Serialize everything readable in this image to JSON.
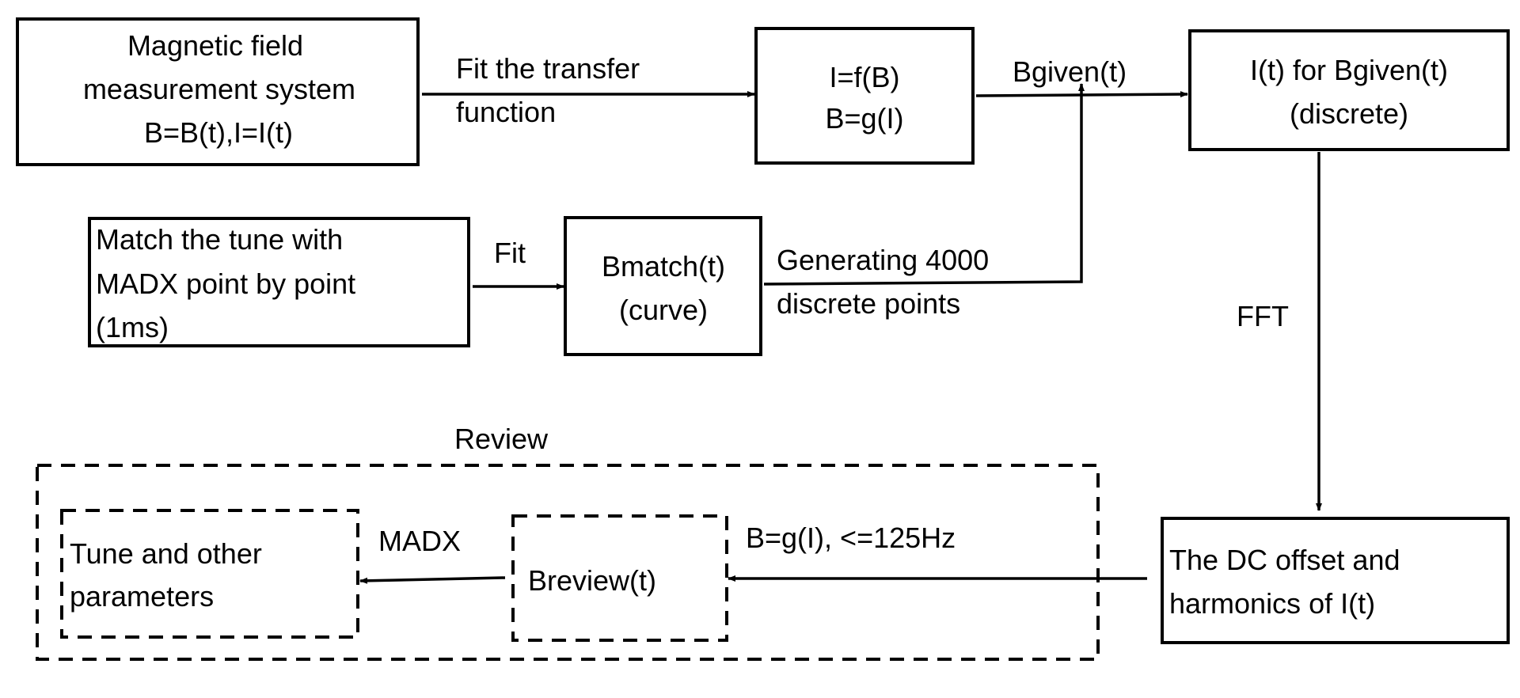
{
  "nodes": {
    "measurement": {
      "lines": [
        "Magnetic field",
        "measurement system",
        "B=B(t),I=I(t)"
      ]
    },
    "transfer": {
      "lines": [
        "I=f(B)",
        "B=g(I)"
      ]
    },
    "current": {
      "lines": [
        "I(t) for Bgiven(t)",
        "(discrete)"
      ]
    },
    "match_tune": {
      "lines": [
        "Match the tune with",
        "MADX point by point",
        "(1ms)"
      ]
    },
    "bmatch": {
      "lines": [
        "Bmatch(t)",
        "(curve)"
      ]
    },
    "harmonics": {
      "lines": [
        "The DC offset and",
        "harmonics of I(t)"
      ]
    },
    "breview": {
      "lines": [
        "Breview(t)"
      ]
    },
    "tune_params": {
      "lines": [
        "Tune and other",
        "parameters"
      ]
    }
  },
  "edges": {
    "fit_transfer": {
      "lines": [
        "Fit the transfer",
        "function"
      ]
    },
    "bgiven": {
      "lines": [
        "Bgiven(t)"
      ]
    },
    "fit": {
      "lines": [
        "Fit"
      ]
    },
    "generating": {
      "lines": [
        "Generating 4000",
        "discrete points"
      ]
    },
    "fft": {
      "lines": [
        "FFT"
      ]
    },
    "b_g_i": {
      "lines": [
        "B=g(I),  <=125Hz"
      ]
    },
    "madx": {
      "lines": [
        "MADX"
      ]
    }
  },
  "groups": {
    "review": {
      "label": "Review"
    }
  }
}
